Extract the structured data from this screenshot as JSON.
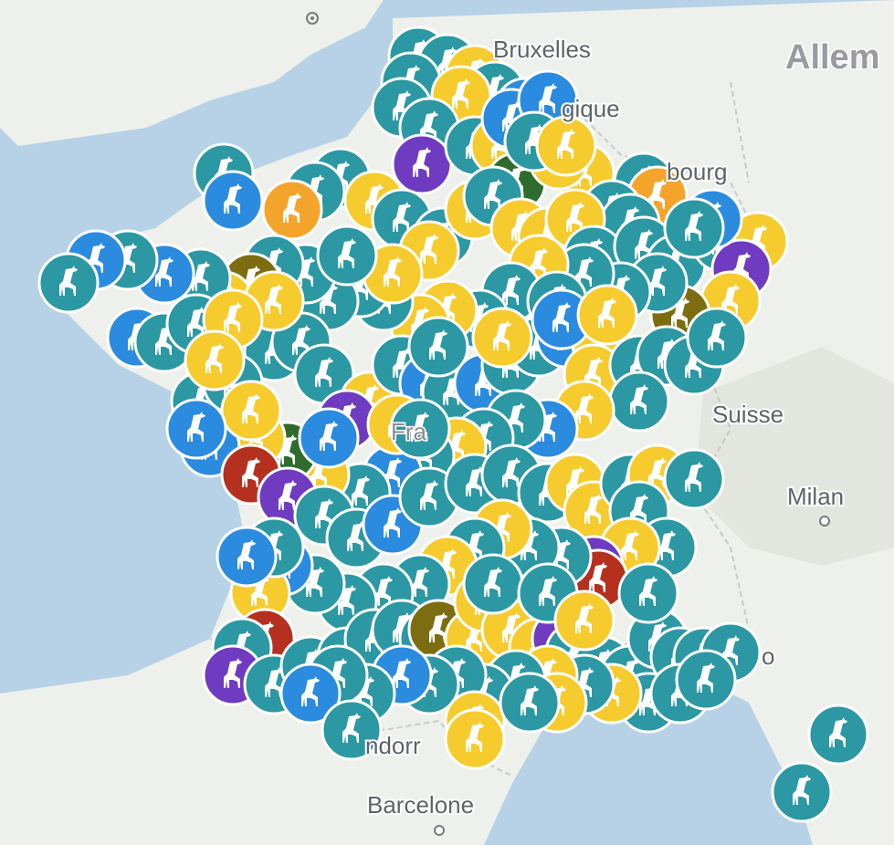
{
  "colors": {
    "sea": "#b7d2e6",
    "land": "#eef0ec",
    "land_dark": "#e3e5df",
    "border": "#c9c9c9",
    "marker_stroke": "#ffffff",
    "teal": "#2b98a3",
    "blue": "#2a8bdf",
    "yellow": "#f6cb2d",
    "orange": "#f5a42b",
    "purple": "#6f3bc1",
    "green": "#2e6b2c",
    "olive": "#7b6d10",
    "red": "#b5301f"
  },
  "labels": {
    "bruxelles": "Bruxelles",
    "belgique": "gique",
    "luxembourg": "bourg",
    "allemagne": "Allem",
    "suisse": "Suisse",
    "milan": "Milan",
    "france": "Fra",
    "andorre": "ndorr",
    "barcelone": "Barcelone",
    "monaco": "o"
  },
  "markers": {
    "icon": "giraffe-icon",
    "count_shown": 190
  }
}
